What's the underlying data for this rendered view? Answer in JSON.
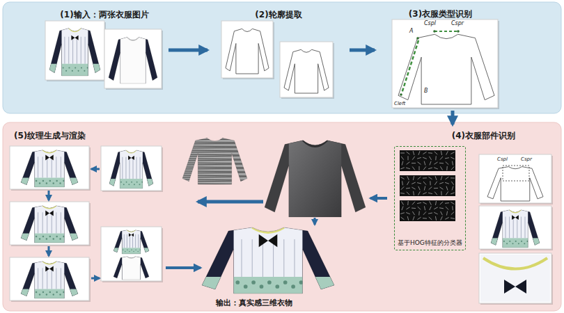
{
  "diagram": {
    "nodes": [
      {
        "text": [
          "(1)输入：两张衣服图片"
        ]
      },
      {
        "text": [
          "(2)轮廓提取"
        ]
      },
      {
        "text": [
          "(3)衣服类型识别"
        ]
      },
      {
        "text": [
          "(4)衣服部件识别"
        ]
      },
      {
        "text": [
          "基于HOG特征的分类器"
        ],
        "in": 3
      },
      {
        "text": [
          "(5)纹理生成与渲染"
        ]
      }
    ],
    "edges": [
      {
        "from": 0,
        "to": 1,
        "arrow": "to"
      },
      {
        "from": 1,
        "to": 2,
        "arrow": "to"
      },
      {
        "from": 2,
        "to": 3,
        "arrow": "to"
      }
    ],
    "labels": [
      "Cspl",
      "Cspr",
      "A",
      "B",
      "Cleft",
      "Cspl",
      "Cspr",
      "输出：真实感三维衣物"
    ]
  }
}
